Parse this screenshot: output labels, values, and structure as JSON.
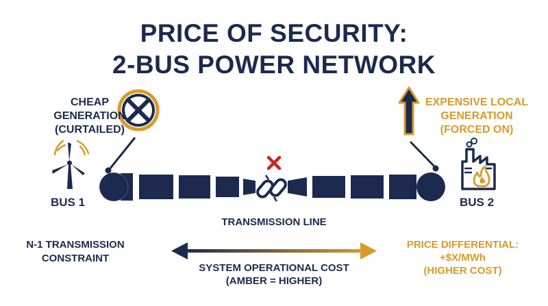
{
  "title": {
    "line1": "PRICE OF SECURITY:",
    "line2": "2-BUS POWER NETWORK"
  },
  "left": {
    "gen_label": [
      "CHEAP",
      "GENERATION",
      "(CURTAILED)"
    ],
    "bus_label": "BUS 1",
    "constraint": [
      "N-1 TRANSMISSION",
      "CONSTRAINT"
    ],
    "icons": [
      "wind-turbine-icon",
      "curtailed-x-icon"
    ]
  },
  "right": {
    "gen_label": [
      "EXPENSIVE LOCAL",
      "GENERATION",
      "(FORCED ON)"
    ],
    "bus_label": "BUS 2",
    "price": [
      "PRICE DIFFERENTIAL:",
      "+$X/MWh",
      "(HIGHER COST)"
    ],
    "icons": [
      "factory-icon",
      "flame-icon",
      "up-arrow-icon"
    ]
  },
  "line": {
    "label": "TRANSMISSION LINE",
    "icons": [
      "broken-link-icon",
      "red-x-icon"
    ]
  },
  "cost_scale": {
    "label": [
      "SYSTEM OPERATIONAL COST",
      "(AMBER = HIGHER)"
    ]
  },
  "colors": {
    "navy": "#1b2a4e",
    "amber": "#d89a2b",
    "red": "#c8261e"
  }
}
